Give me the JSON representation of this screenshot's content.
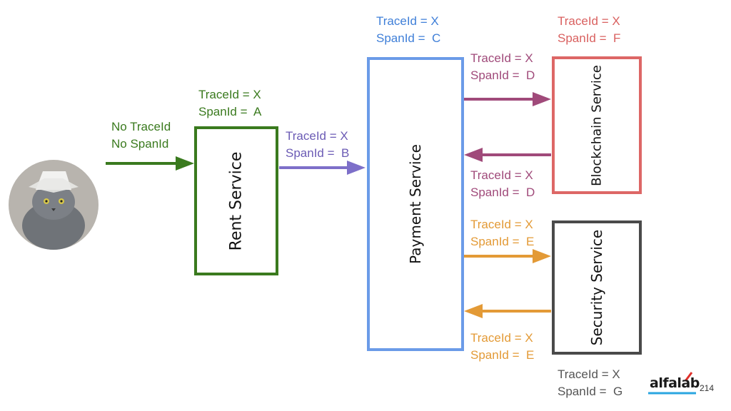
{
  "caller": {
    "label_line1": "No TraceId",
    "label_line2": "No SpanId"
  },
  "services": {
    "rent": {
      "name": "Rent Service",
      "trace": "TraceId = X",
      "span": "SpanId =  A"
    },
    "payment": {
      "name": "Payment Service",
      "trace": "TraceId = X",
      "span": "SpanId =  C"
    },
    "blockchain": {
      "name": "Blockchain Service",
      "trace": "TraceId = X",
      "span": "SpanId =  F"
    },
    "security": {
      "name": "Security Service",
      "trace": "TraceId = X",
      "span": "SpanId =  G"
    }
  },
  "calls": {
    "rent_to_payment": {
      "trace": "TraceId = X",
      "span": "SpanId =  B"
    },
    "payment_to_blockchain": {
      "trace": "TraceId = X",
      "span": "SpanId =  D"
    },
    "blockchain_to_payment": {
      "trace": "TraceId = X",
      "span": "SpanId =  D"
    },
    "payment_to_security": {
      "trace": "TraceId = X",
      "span": "SpanId =  E"
    },
    "security_to_payment": {
      "trace": "TraceId = X",
      "span": "SpanId =  E"
    }
  },
  "colors": {
    "green": "#3a7a1e",
    "purple": "#7d6fc9",
    "blue": "#6b9be8",
    "red": "#dd6766",
    "plum": "#a04a7a",
    "orange": "#e39a36",
    "dark": "#4a4a4a"
  },
  "logo": {
    "text": "alfalab"
  },
  "slide_number": "214"
}
